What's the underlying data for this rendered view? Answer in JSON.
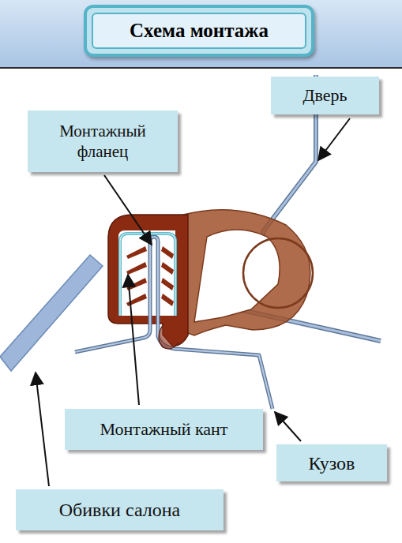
{
  "diagram": {
    "title": "Схема монтажа",
    "nodes": [
      {
        "text": [
          "Дверь"
        ]
      },
      {
        "text": [
          "Монтажный фланец"
        ]
      },
      {
        "text": [
          "Монтажный кант"
        ]
      },
      {
        "text": [
          "Кузов"
        ]
      },
      {
        "text": [
          "Обивки салона"
        ]
      }
    ]
  }
}
